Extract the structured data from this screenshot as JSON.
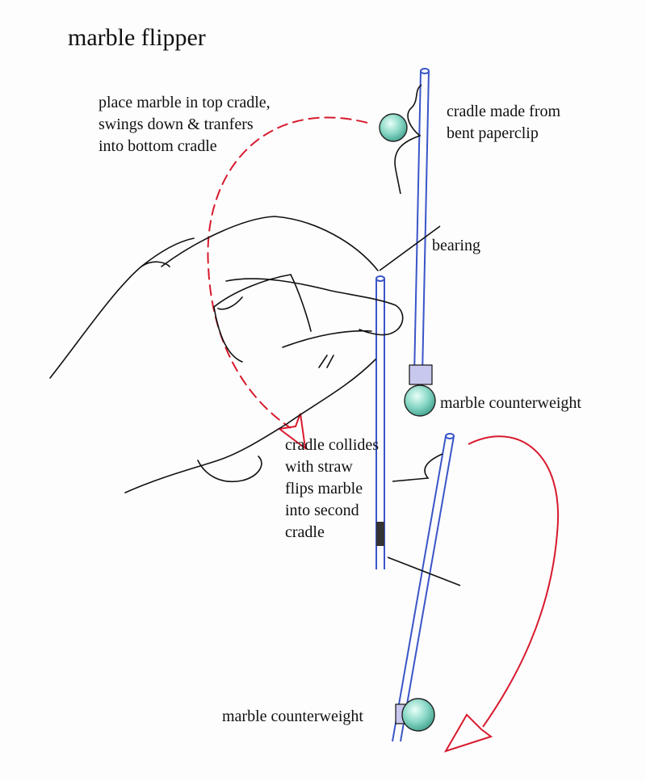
{
  "title": "marble flipper",
  "labels": {
    "top_instruction": [
      "place marble in top cradle,",
      "swings down & tranfers",
      "into bottom cradle"
    ],
    "cradle_note": [
      "cradle made from",
      "bent paperclip"
    ],
    "bearing": "bearing",
    "counterweight_upper": "marble counterweight",
    "collision_note": [
      "cradle collides",
      "with straw",
      "flips marble",
      "into second",
      "cradle"
    ],
    "counterweight_lower": "marble counterweight"
  },
  "colors": {
    "ink": "#111111",
    "straw": "#3a55c8",
    "arrow": "#d81a2e",
    "marble": "#7fd0c0",
    "paper": "#fdfdfd"
  }
}
